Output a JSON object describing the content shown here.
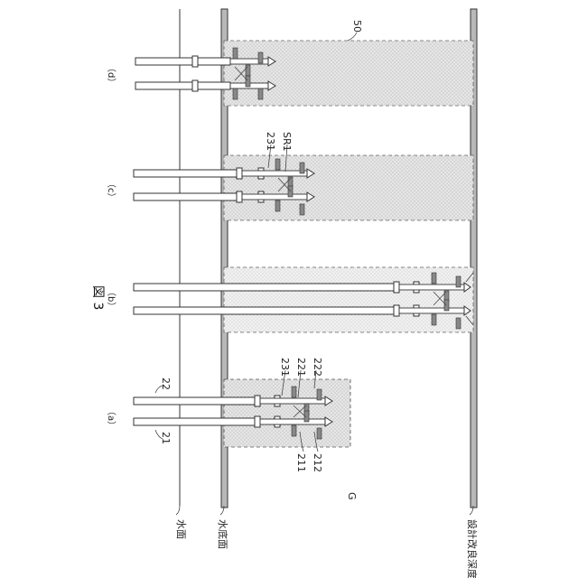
{
  "figure": {
    "title": "図 3",
    "level_labels": {
      "water_surface": "水面",
      "seabed": "水底面",
      "design_depth": "設計改良深度"
    },
    "ground_label": "G",
    "region_label": "50",
    "panels": [
      {
        "id": "a",
        "caption": "（a）",
        "labels": [
          "21",
          "22",
          "231",
          "221",
          "222",
          "211",
          "212"
        ]
      },
      {
        "id": "b",
        "caption": "（b）",
        "labels": []
      },
      {
        "id": "c",
        "caption": "（c）",
        "labels": [
          "231",
          "SR1"
        ]
      },
      {
        "id": "d",
        "caption": "（d）",
        "labels": []
      }
    ]
  }
}
